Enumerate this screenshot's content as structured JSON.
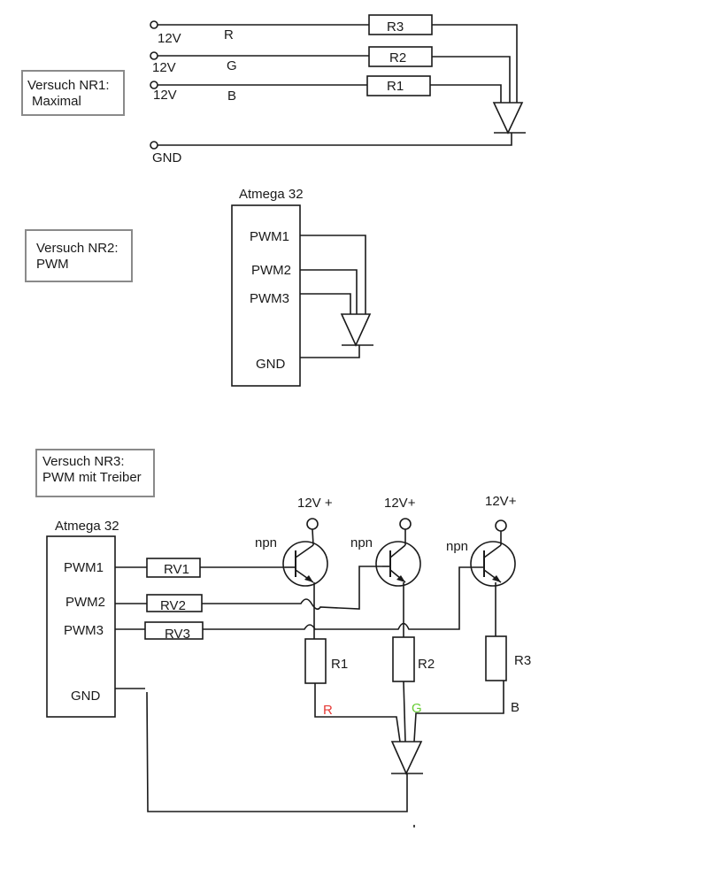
{
  "experiments": {
    "nr1": {
      "title": "Versuch NR1:",
      "subtitle": "Maximal"
    },
    "nr2": {
      "title": "Versuch NR2:",
      "subtitle": "PWM"
    },
    "nr3": {
      "title": "Versuch NR3:",
      "subtitle": "PWM mit Treiber"
    }
  },
  "circuit1": {
    "supply_r": "12V",
    "supply_g": "12V",
    "supply_b": "12V",
    "label_r": "R",
    "label_g": "G",
    "label_b": "B",
    "res_top": "R3",
    "res_mid": "R2",
    "res_bot": "R1",
    "gnd": "GND"
  },
  "circuit2": {
    "chip": "Atmega 32",
    "pwm1": "PWM1",
    "pwm2": "PWM2",
    "pwm3": "PWM3",
    "gnd": "GND"
  },
  "circuit3": {
    "chip": "Atmega 32",
    "pwm1": "PWM1",
    "pwm2": "PWM2",
    "pwm3": "PWM3",
    "gnd": "GND",
    "rv1": "RV1",
    "rv2": "RV2",
    "rv3": "RV3",
    "npn1": "npn",
    "npn2": "npn",
    "npn3": "npn",
    "supply1": "12V +",
    "supply2": "12V+",
    "supply3": "12V+",
    "r1": "R1",
    "r2": "R2",
    "r3": "R3",
    "ch_r": "R",
    "ch_g": "G",
    "ch_b": "B",
    "colors": {
      "r": "#e53935",
      "g": "#66cc33",
      "b": "#1a1a1a"
    }
  }
}
